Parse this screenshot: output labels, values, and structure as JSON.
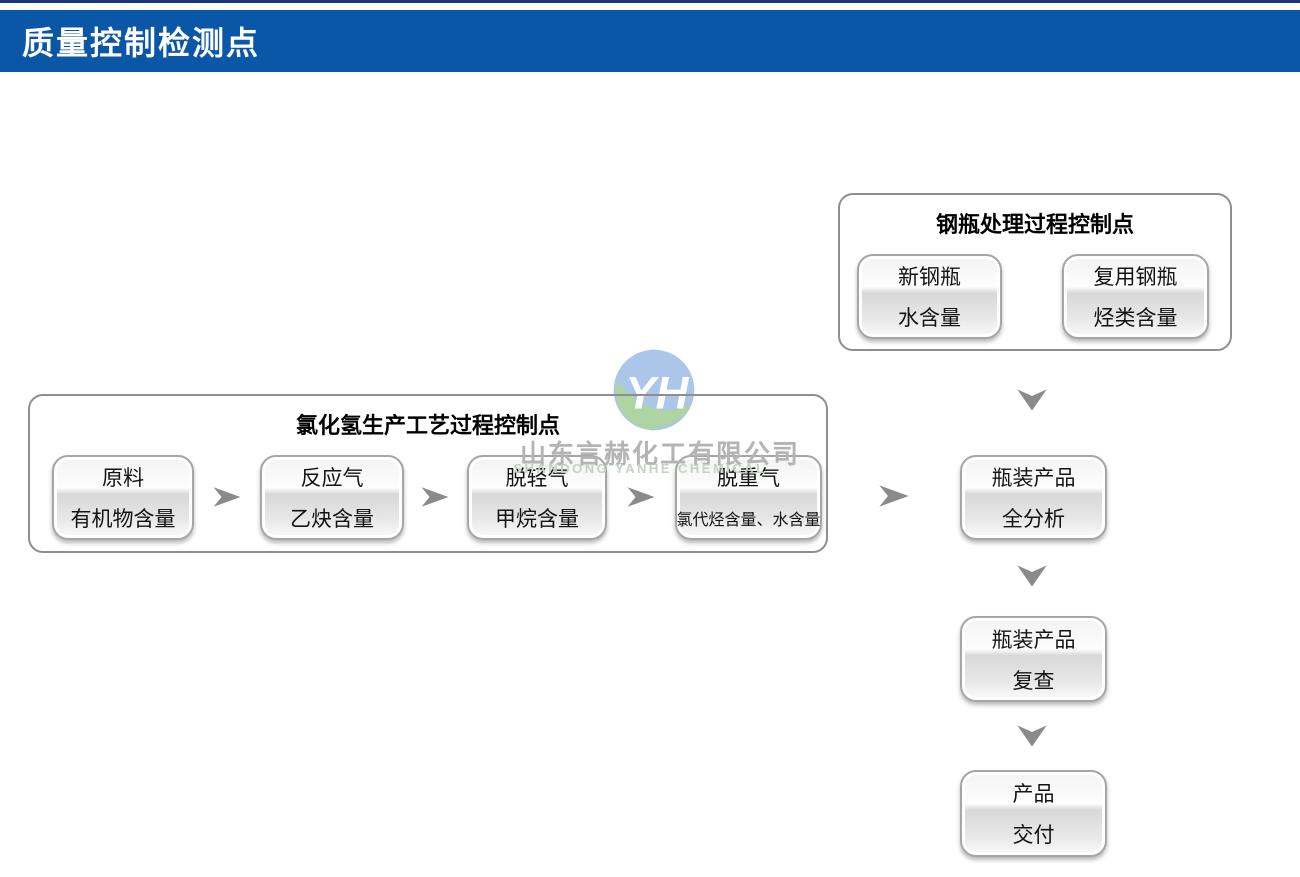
{
  "header": {
    "title": "质量控制检测点"
  },
  "watermark": {
    "logo_text": "YH",
    "company_cn": "山东言赫化工有限公司",
    "company_en": "SHANDONG YANHE CHEMICAL"
  },
  "groups": {
    "cylinder": {
      "title": "钢瓶处理过程控制点",
      "boxes": [
        {
          "line1": "新钢瓶",
          "line2": "水含量"
        },
        {
          "line1": "复用钢瓶",
          "line2": "烃类含量"
        }
      ]
    },
    "hcl": {
      "title": "氯化氢生产工艺过程控制点",
      "boxes": [
        {
          "line1": "原料",
          "line2": "有机物含量"
        },
        {
          "line1": "反应气",
          "line2": "乙炔含量"
        },
        {
          "line1": "脱轻气",
          "line2": "甲烷含量"
        },
        {
          "line1": "脱重气",
          "line2": "氯代烃含量、水含量"
        }
      ]
    }
  },
  "flow": {
    "boxes": [
      {
        "line1": "瓶装产品",
        "line2": "全分析"
      },
      {
        "line1": "瓶装产品",
        "line2": "复查"
      },
      {
        "line1": "产品",
        "line2": "交付"
      }
    ]
  },
  "colors": {
    "header_blue": "#0b57a7",
    "header_navy": "#17357d",
    "chevron_gray": "#8a8a8a",
    "box_border": "#a6a6a6",
    "group_border": "#8e8e8e",
    "logo_blue": "#a7c4e8",
    "logo_green": "#a9d29c",
    "watermark_gray": "#b4b4b4",
    "watermark_green": "#c3d2c3"
  }
}
